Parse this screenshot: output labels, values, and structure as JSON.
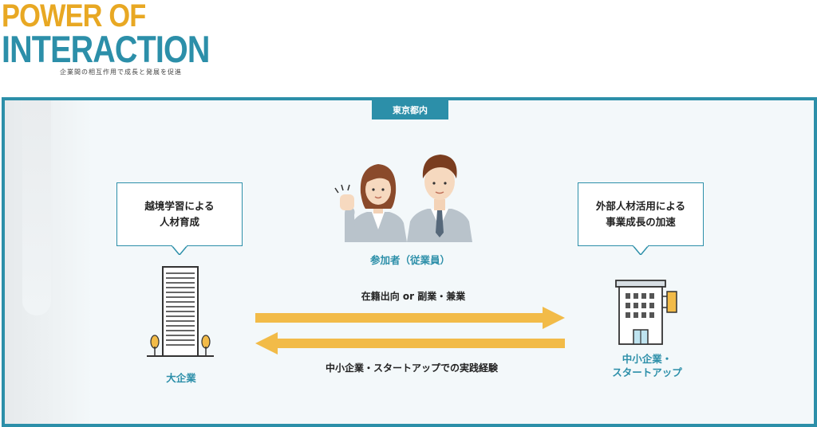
{
  "logo": {
    "line1": "POWER OF",
    "line2": "INTERACTION",
    "tagline": "企業間の相互作用で成長と発展を促進"
  },
  "region_label": "東京都内",
  "left_bubble": {
    "line1": "越境学習による",
    "line2": "人材育成"
  },
  "right_bubble": {
    "line1": "外部人材活用による",
    "line2": "事業成長の加速"
  },
  "participants_label": "参加者（従業員）",
  "large_company_label": "大企業",
  "sme_label": {
    "line1": "中小企業・",
    "line2": "スタートアップ"
  },
  "arrow_top_label": "在籍出向 or 副業・兼業",
  "arrow_bottom_label": "中小企業・スタートアップでの実践経験",
  "colors": {
    "teal": "#2c8fa9",
    "arrow": "#f2bb48",
    "logo_orange": "#e8a823",
    "background": "#f3f8fa"
  },
  "icons": [
    "skyscraper-icon",
    "office-building-icon",
    "participants-illustration",
    "arrow-right",
    "arrow-left",
    "tree-icon"
  ]
}
